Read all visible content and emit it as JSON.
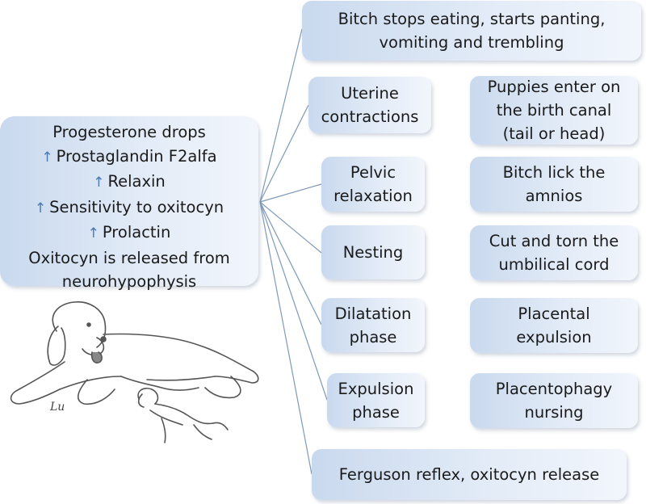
{
  "main_box": {
    "progesterone": "Progesterone drops",
    "prostaglandin": "Prostaglandin F2alfa",
    "relaxin": "Relaxin",
    "sensitivity": "Sensitivity to oxitocyn",
    "prolactin": "Prolactin",
    "oxitocyn_line1": "Oxitocyn is released from",
    "oxitocyn_line2": "neurohypophysis",
    "increase_symbol": "↑"
  },
  "top_box": {
    "line1": "Bitch stops eating, starts panting,",
    "line2": "vomiting and trembling"
  },
  "left_column": [
    {
      "line1": "Uterine",
      "line2": "contractions"
    },
    {
      "line1": "Pelvic",
      "line2": "relaxation"
    },
    {
      "line1": "Nesting"
    },
    {
      "line1": "Dilatation",
      "line2": "phase"
    },
    {
      "line1": "Expulsion",
      "line2": "phase"
    }
  ],
  "right_column": [
    {
      "line1": "Puppies enter on",
      "line2": "the birth canal",
      "line3": "(tail or head)"
    },
    {
      "line1": "Bitch lick the",
      "line2": "amnios"
    },
    {
      "line1": "Cut and torn the",
      "line2": "umbilical cord"
    },
    {
      "line1": "Placental",
      "line2": "expulsion"
    },
    {
      "line1": "Placentophagy",
      "line2": "nursing"
    }
  ],
  "bottom_box": {
    "text": "Ferguson reflex, oxitocyn release"
  },
  "illustration": {
    "signature": "Lu"
  },
  "colors": {
    "box_fill": "#dbe6f4",
    "line": "#7f99b8",
    "arrow": "#4a78b4"
  }
}
